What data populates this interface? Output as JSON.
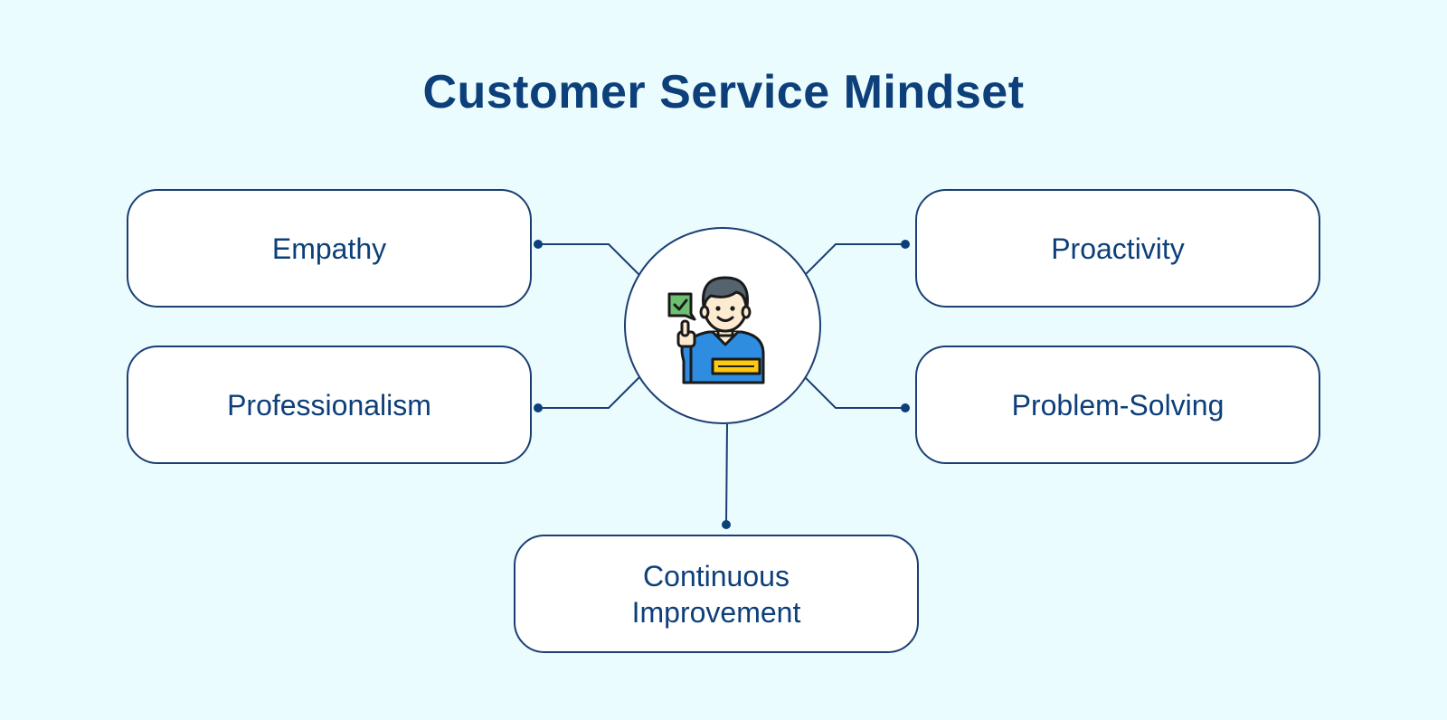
{
  "title": "Customer Service Mindset",
  "nodes": {
    "empathy": "Empathy",
    "professionalism": "Professionalism",
    "proactivity": "Proactivity",
    "problem_solving": "Problem-Solving",
    "continuous_improvement": "Continuous\nImprovement"
  },
  "hub_icon": "customer-service-agent-icon",
  "colors": {
    "background": "#ebfcfe",
    "primary": "#0d3f7a",
    "border": "#1b3f73",
    "agent_shirt": "#2e8de0",
    "agent_hair": "#55636e",
    "check_bubble": "#6cc070",
    "badge": "#ffc90e"
  }
}
